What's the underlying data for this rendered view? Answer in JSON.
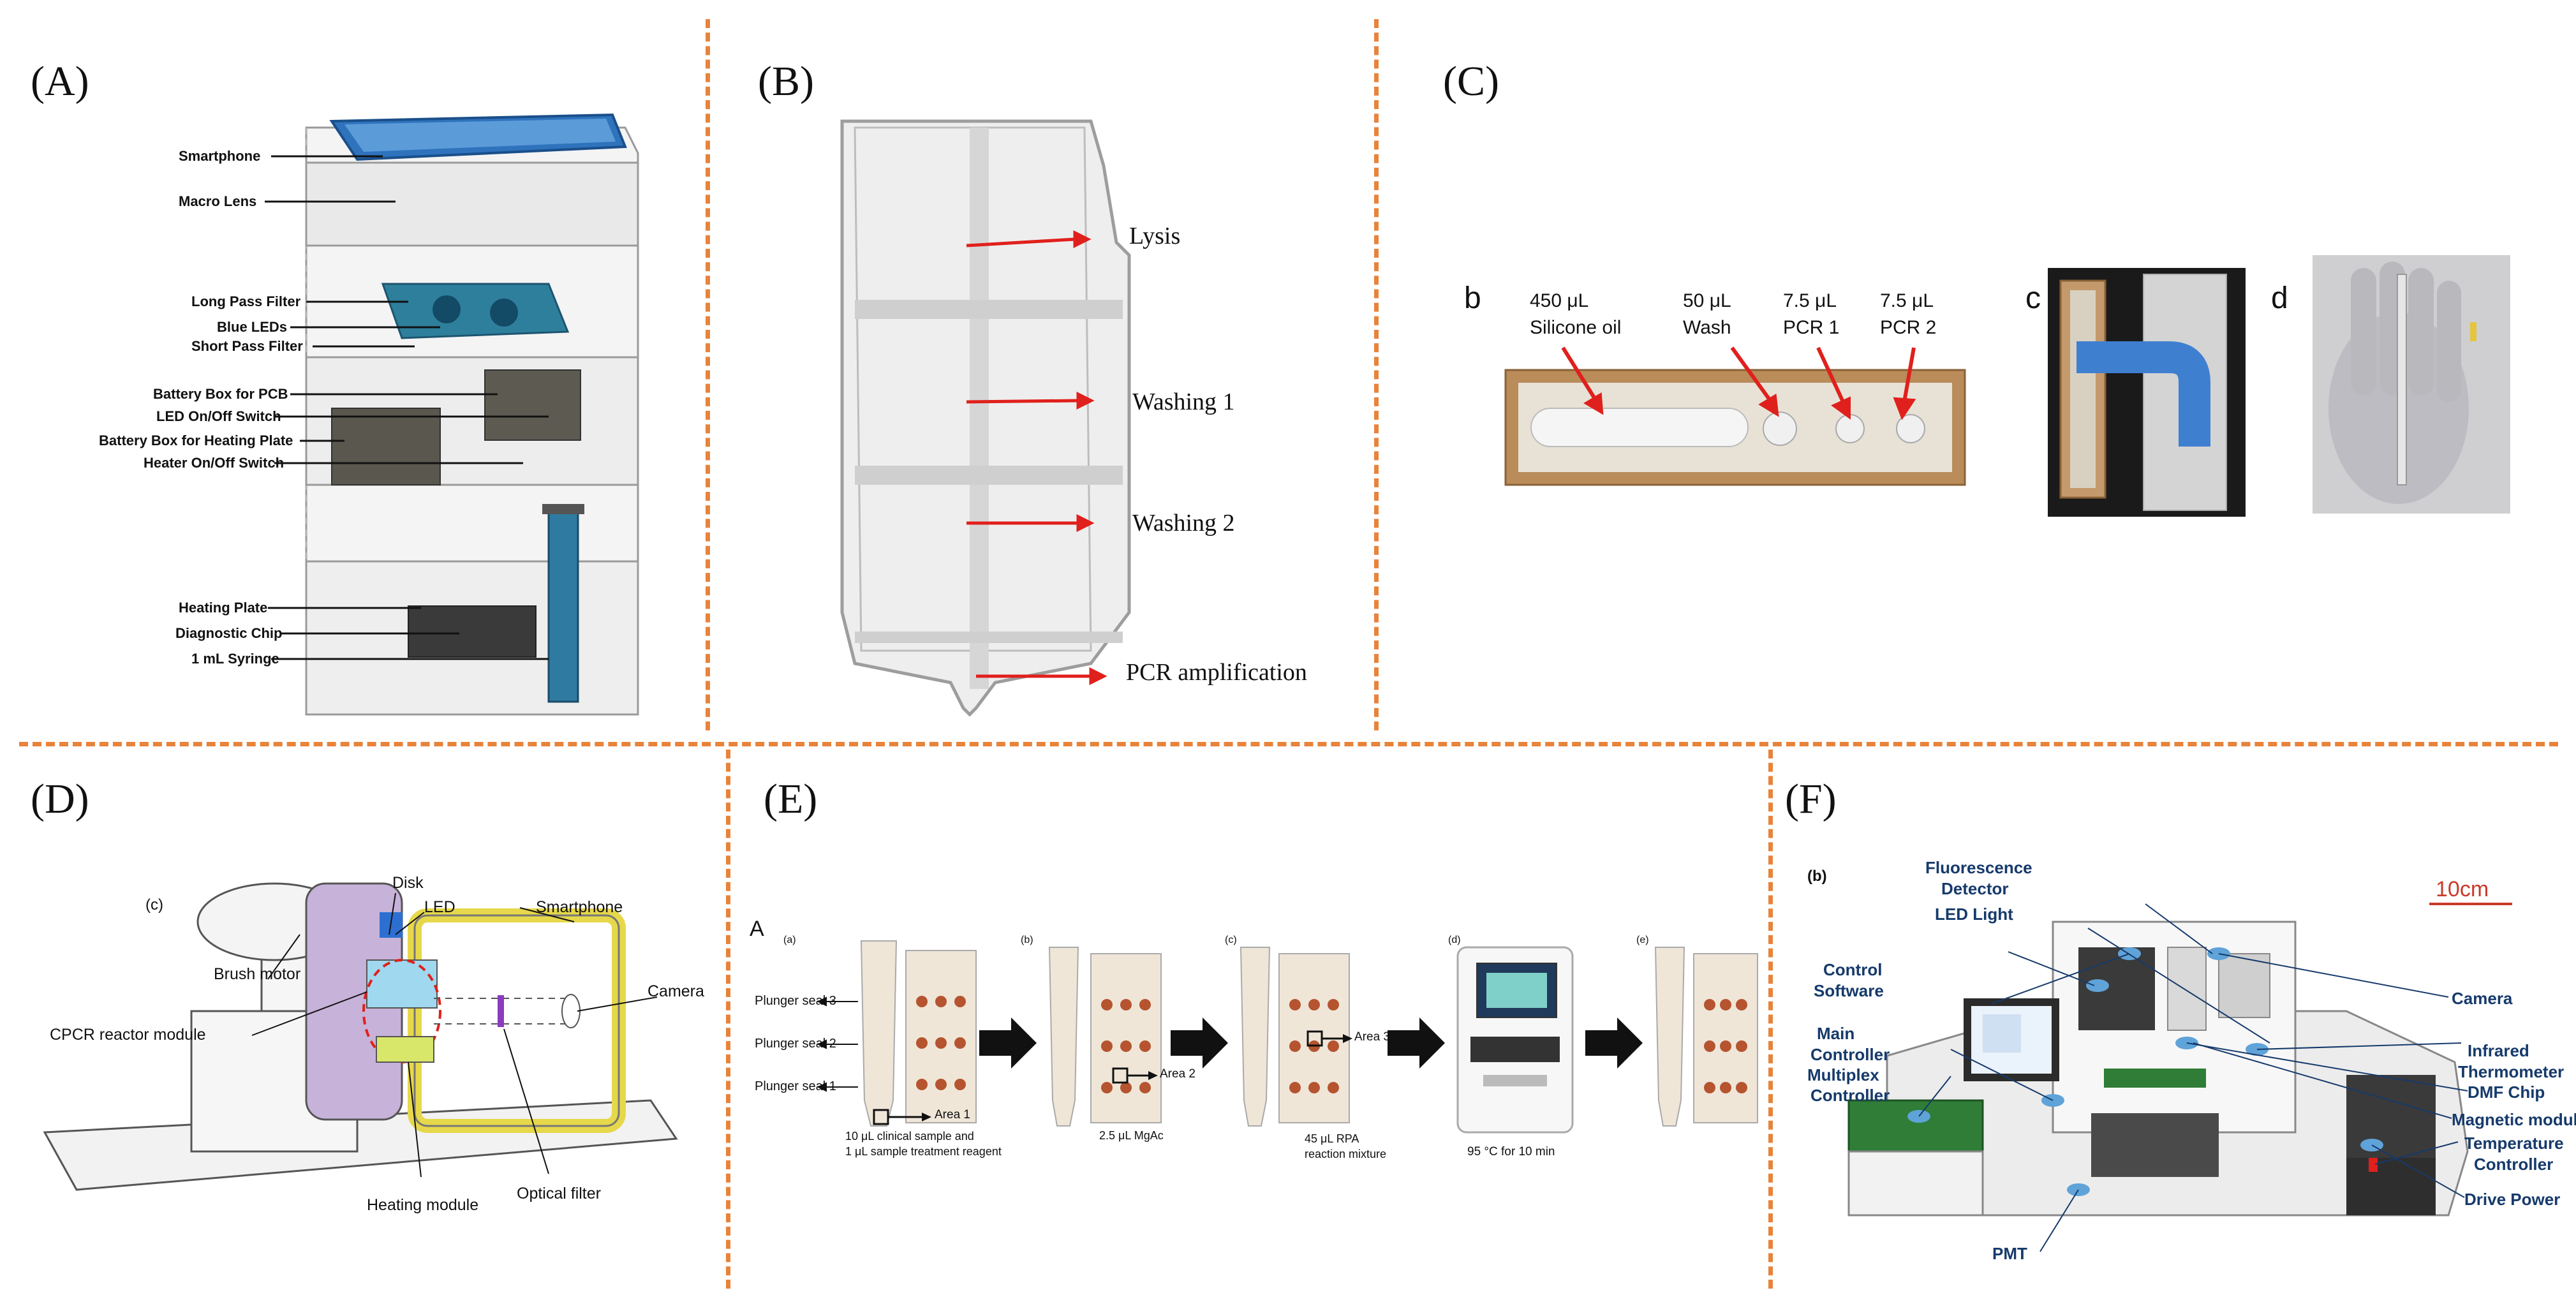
{
  "colors": {
    "divider": "#e8833a",
    "arrow_red": "#e0201c",
    "navy": "#163a6b",
    "blue_part": "#2d83c5"
  },
  "panels": {
    "A": {
      "label": "(A)",
      "callouts": [
        "Smartphone",
        "Macro Lens",
        "Long Pass Filter",
        "Blue LEDs",
        "Short Pass Filter",
        "Battery Box for PCB",
        "LED On/Off Switch",
        "Battery Box for Heating Plate",
        "Heater On/Off Switch",
        "Heating Plate",
        "Diagnostic Chip",
        "1 mL Syringe"
      ]
    },
    "B": {
      "label": "(B)",
      "steps": [
        "Lysis",
        "Washing 1",
        "Washing 2",
        "PCR amplification"
      ]
    },
    "C": {
      "label": "(C)",
      "sub_b": {
        "letter": "b",
        "labels": [
          {
            "line1": "450 μL",
            "line2": "Silicone oil"
          },
          {
            "line1": "50 μL",
            "line2": "Wash"
          },
          {
            "line1": "7.5 μL",
            "line2": "PCR 1"
          },
          {
            "line1": "7.5 μL",
            "line2": "PCR 2"
          }
        ]
      },
      "sub_c": "c",
      "sub_d": "d"
    },
    "D": {
      "label": "(D)",
      "sublabel": "(c)",
      "callouts": [
        "Disk",
        "LED",
        "Smartphone",
        "Brush motor",
        "Camera",
        "CPCR reactor module",
        "Heating module",
        "Optical filter"
      ]
    },
    "E": {
      "label": "(E)",
      "letter": "A",
      "stages": [
        "(a)",
        "(b)",
        "(c)",
        "(d)",
        "(e)"
      ],
      "plunger_seals": [
        "Plunger seal 3",
        "Plunger seal 2",
        "Plunger seal 1"
      ],
      "area1": "Area 1",
      "area1_note1": "10 μL clinical sample and",
      "area1_note2": "1 μL sample treatment reagent",
      "area2": "Area 2",
      "area2_note": "2.5 μL MgAc",
      "area3": "Area 3",
      "area3_note1": "45 μL RPA",
      "area3_note2": "reaction mixture",
      "instrument_note": "95 °C for 10 min"
    },
    "F": {
      "label": "(F)",
      "sublabel": "(b)",
      "scale": "10cm",
      "callouts": [
        "Fluorescence",
        "Detector",
        "LED Light",
        "Control",
        "Software",
        "Main",
        "Controller",
        "Multiplex",
        "Controller",
        "Camera",
        "Infrared",
        "Thermometer",
        "DMF Chip",
        "Magnetic module",
        "Temperature",
        "Controller",
        "Drive Power",
        "PMT"
      ]
    }
  }
}
